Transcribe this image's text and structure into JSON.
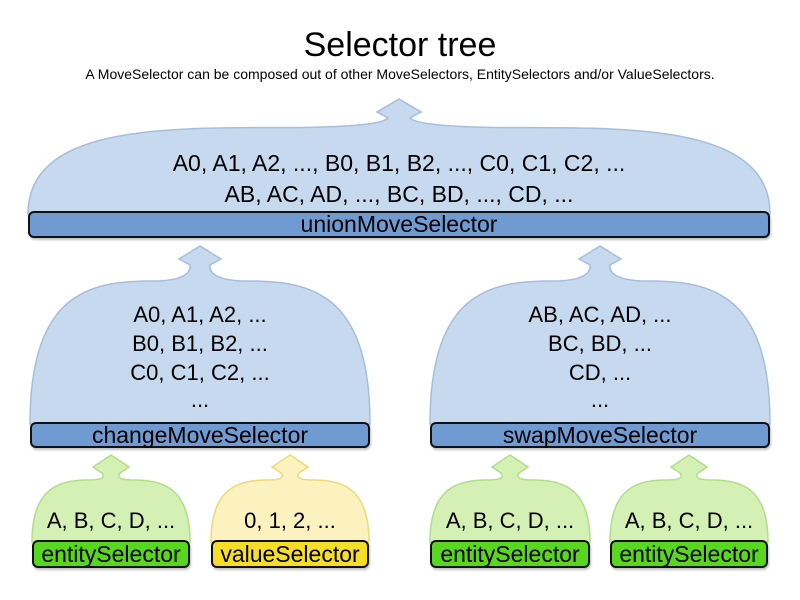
{
  "title": "Selector tree",
  "subtitle": "A MoveSelector can be composed out of other MoveSelectors, EntitySelectors and/or ValueSelectors.",
  "colors": {
    "blue_fill": "#c7d9ef",
    "blue_border": "#a6bedd",
    "blue_bar": "#6f9bd2",
    "green_fill": "#d5f0b4",
    "green_border": "#b0df88",
    "green_bar": "#58d620",
    "yellow_fill": "#fbf2c0",
    "yellow_border": "#ecd97a",
    "yellow_bar": "#f6dd2a",
    "bar_border": "#111111",
    "text": "#000000"
  },
  "nodes": {
    "union": {
      "label": "unionMoveSelector",
      "lines": [
        "A0, A1, A2, ..., B0, B1, B2, ..., C0, C1, C2, ...",
        "AB, AC, AD, ..., BC, BD, ..., CD, ..."
      ]
    },
    "change": {
      "label": "changeMoveSelector",
      "lines": [
        "A0, A1, A2, ...",
        "B0, B1, B2, ...",
        "C0, C1, C2, ...",
        "..."
      ]
    },
    "swap": {
      "label": "swapMoveSelector",
      "lines": [
        "AB, AC, AD, ...",
        "BC, BD, ...",
        "CD, ...",
        "..."
      ]
    },
    "entity1": {
      "label": "entitySelector",
      "lines": [
        "A, B, C, D, ..."
      ]
    },
    "value1": {
      "label": "valueSelector",
      "lines": [
        "0, 1, 2, ..."
      ]
    },
    "entity2": {
      "label": "entitySelector",
      "lines": [
        "A, B, C, D, ..."
      ]
    },
    "entity3": {
      "label": "entitySelector",
      "lines": [
        "A, B, C, D, ..."
      ]
    }
  }
}
